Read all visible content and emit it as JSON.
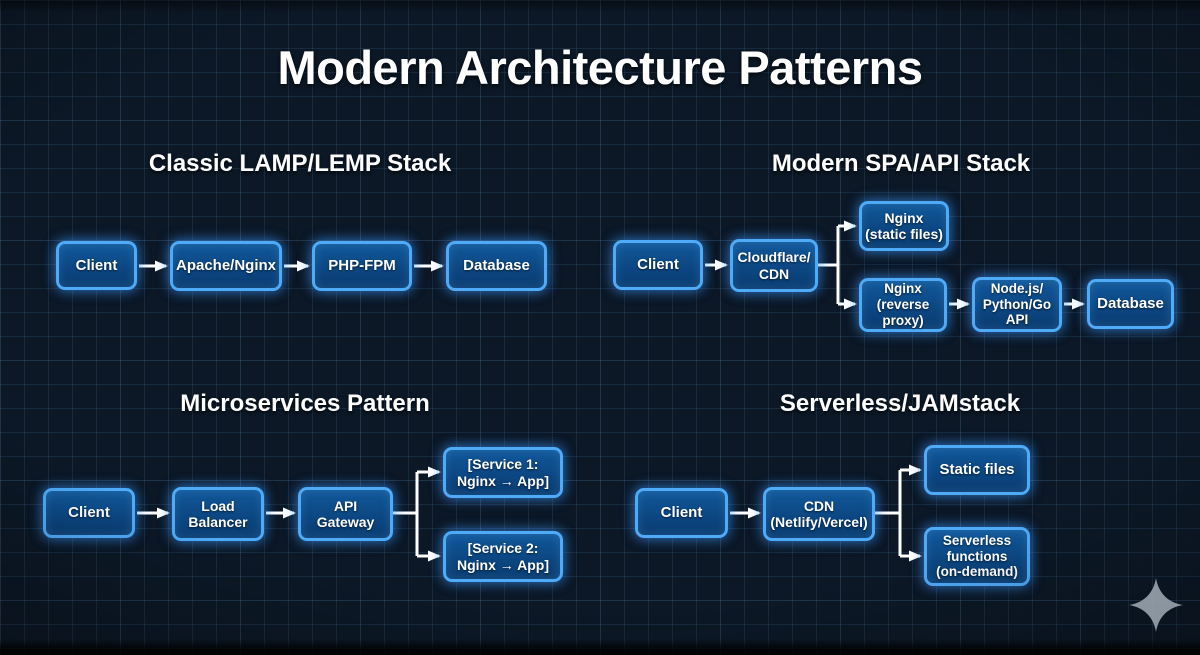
{
  "title": "Modern Architecture Patterns",
  "colors": {
    "background": "#0c1826",
    "grid_line": "#274563",
    "box_border": "#4faaf8",
    "box_fill": "#0c4783",
    "arrow": "#ffffff",
    "text": "#ffffff",
    "watermark": "#97a1ab"
  },
  "watermark_icon": "sparkle-icon",
  "sections": [
    {
      "id": "lamp",
      "heading": "Classic LAMP/LEMP Stack",
      "nodes": {
        "client": "Client",
        "web": "Apache/Nginx",
        "php": "PHP-FPM",
        "db": "Database"
      },
      "flow": "Client → Apache/Nginx → PHP-FPM → Database"
    },
    {
      "id": "spa",
      "heading": "Modern SPA/API Stack",
      "nodes": {
        "client": "Client",
        "cdn": "Cloudflare/\nCDN",
        "static": "Nginx\n(static files)",
        "proxy": "Nginx\n(reverse\nproxy)",
        "api": "Node.js/\nPython/Go\nAPI",
        "db": "Database"
      },
      "flow": "Client → Cloudflare/CDN → [Nginx (static files) | Nginx (reverse proxy) → Node.js/Python/Go API → Database]"
    },
    {
      "id": "micro",
      "heading": "Microservices Pattern",
      "nodes": {
        "client": "Client",
        "lb": "Load\nBalancer",
        "gw": "API\nGateway",
        "s1": "[Service 1:\nNginx → App]",
        "s2": "[Service 2:\nNginx → App]"
      },
      "flow": "Client → Load Balancer → API Gateway → [Service 1 | Service 2]"
    },
    {
      "id": "serverless",
      "heading": "Serverless/JAMstack",
      "nodes": {
        "client": "Client",
        "cdn": "CDN\n(Netlify/Vercel)",
        "static": "Static files",
        "functions": "Serverless\nfunctions\n(on-demand)"
      },
      "flow": "Client → CDN (Netlify/Vercel) → [Static files | Serverless functions (on-demand)]"
    }
  ]
}
